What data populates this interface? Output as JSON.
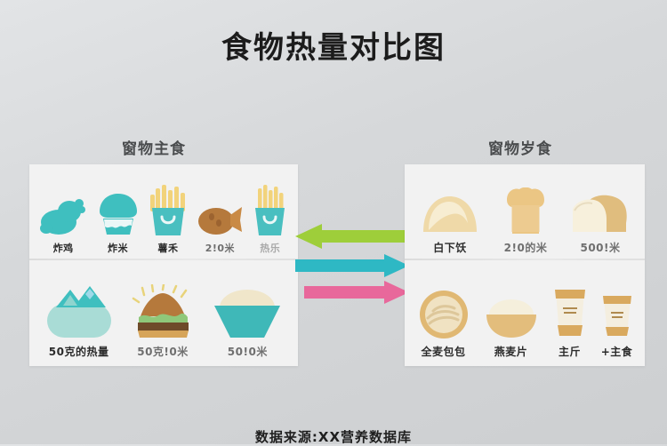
{
  "title": "食物热量对比图",
  "sections": {
    "left_header": "窗物主食",
    "right_header": "窗物岁食"
  },
  "left_panel": {
    "top_row": [
      {
        "label": "炸鸡",
        "icon": "fried-chicken-icon"
      },
      {
        "label": "炸米",
        "icon": "cupcake-icon"
      },
      {
        "label": "薯禾",
        "icon": "french-fries-icon"
      },
      {
        "label": "2!0米",
        "icon": "drumstick-icon"
      },
      {
        "label": "热乐",
        "icon": "french-fries-icon"
      }
    ],
    "bottom_row": [
      {
        "label": "50克的热量",
        "icon": "iced-drink-icon"
      },
      {
        "label": "50克!0米",
        "icon": "burger-icon"
      },
      {
        "label": "50!0米",
        "icon": "rice-bowl-icon"
      }
    ]
  },
  "right_panel": {
    "top_row": [
      {
        "label": "白下饫",
        "icon": "bread-roll-icon"
      },
      {
        "label": "2!0的米",
        "icon": "toast-slice-icon"
      },
      {
        "label": "500!米",
        "icon": "bread-loaf-icon"
      }
    ],
    "bottom_row": [
      {
        "label": "全麦包包",
        "icon": "whole-wheat-bread-icon"
      },
      {
        "label": "燕麦片",
        "icon": "oatmeal-bowl-icon"
      },
      {
        "label": "主斤",
        "icon": "paper-cup-icon"
      },
      {
        "label": "+主食",
        "icon": "paper-cup-small-icon"
      }
    ]
  },
  "arrows": [
    {
      "name": "arrow-left-green",
      "direction": "left",
      "color": "#9ECE3A"
    },
    {
      "name": "arrow-right-cyan",
      "direction": "right",
      "color": "#2EB8C4"
    },
    {
      "name": "arrow-right-pink",
      "direction": "right",
      "color": "#E8689B"
    }
  ],
  "footer": "数据来源:XX营养数据库",
  "colors": {
    "background": "#d6d8da",
    "panel": "#f2f2f2",
    "teal": "#3FBFBF",
    "tan": "#E8C893",
    "brown": "#B5793C",
    "title_text": "#1c1c1c"
  }
}
